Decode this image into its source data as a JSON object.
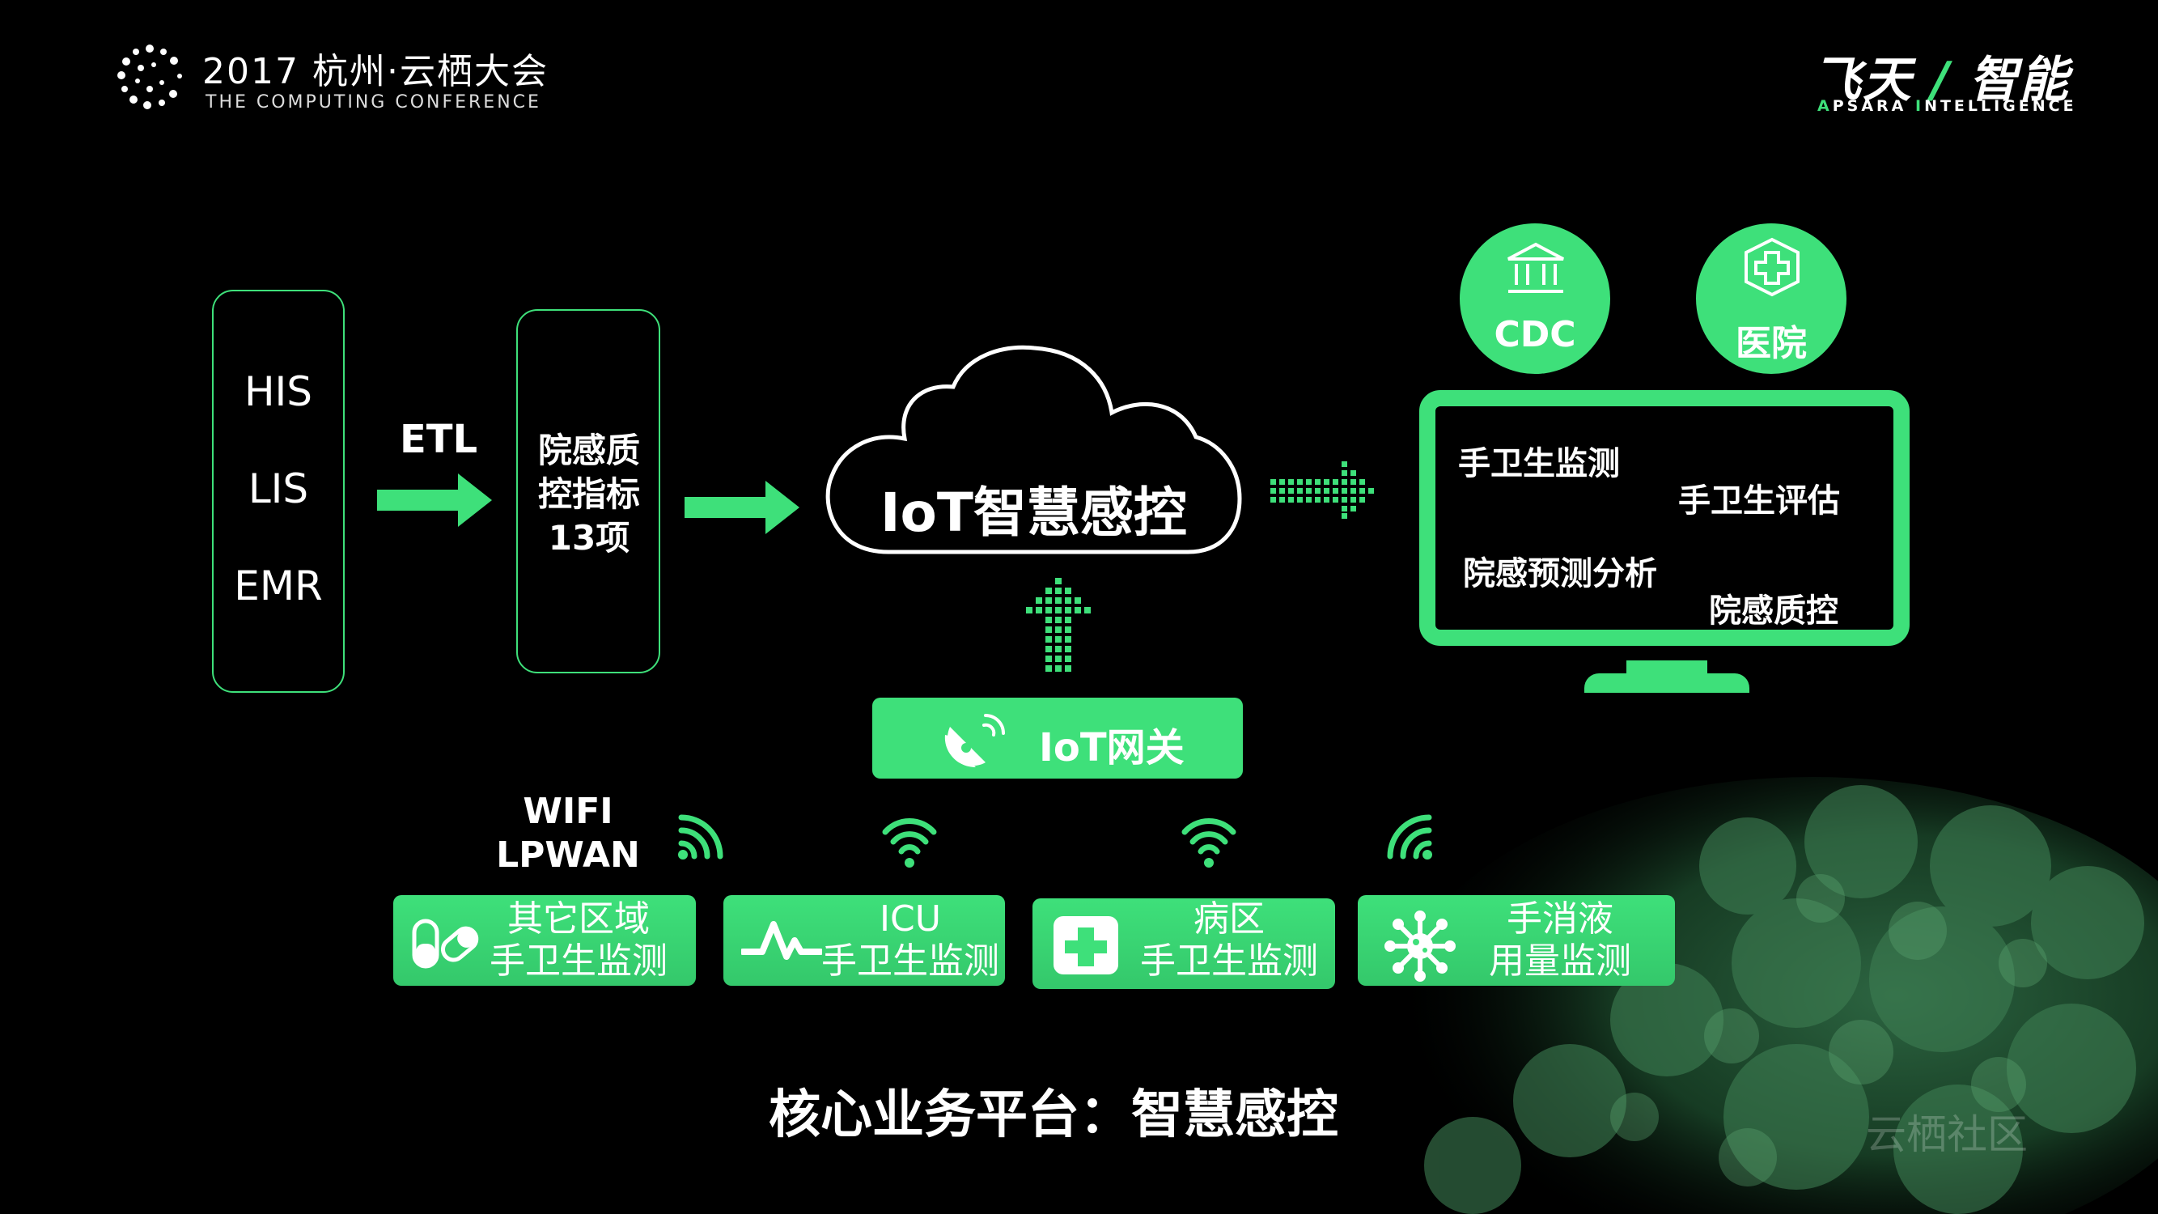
{
  "header": {
    "conference_title": "2017 杭州·云栖大会",
    "conference_subtitle": "THE COMPUTING CONFERENCE",
    "brand_name": "飞天",
    "brand_name2": "智能",
    "brand_sub_a": "A",
    "brand_sub_psara": "PSARA ",
    "brand_sub_i": "I",
    "brand_sub_ntelligence": "NTELLIGENCE"
  },
  "sources": [
    "HIS",
    "LIS",
    "EMR"
  ],
  "etl_label": "ETL",
  "metrics_lines": [
    "院感质",
    "控指标",
    "13项"
  ],
  "cloud_label": "IoT智慧感控",
  "consumers": [
    {
      "label": "CDC",
      "icon": "bank-icon"
    },
    {
      "label": "医院",
      "icon": "hospital-cross-icon"
    }
  ],
  "monitor_items": [
    "手卫生监测",
    "手卫生评估",
    "院感预测分析",
    "院感质控"
  ],
  "gateway_label": "IoT网关",
  "wifi_label_lines": [
    "WIFI",
    "LPWAN"
  ],
  "devices": [
    {
      "line1": "其它区域",
      "line2": "手卫生监测",
      "icon": "pill-icon"
    },
    {
      "line1": "ICU",
      "line2": "手卫生监测",
      "icon": "heartbeat-icon"
    },
    {
      "line1": "病区",
      "line2": "手卫生监测",
      "icon": "medical-cross-icon"
    },
    {
      "line1": "手消液",
      "line2": "用量监测",
      "icon": "germ-icon"
    }
  ],
  "footer_title": "核心业务平台：智慧感控",
  "watermark": "云栖社区",
  "colors": {
    "accent": "#3ee07a",
    "background": "#000000"
  }
}
